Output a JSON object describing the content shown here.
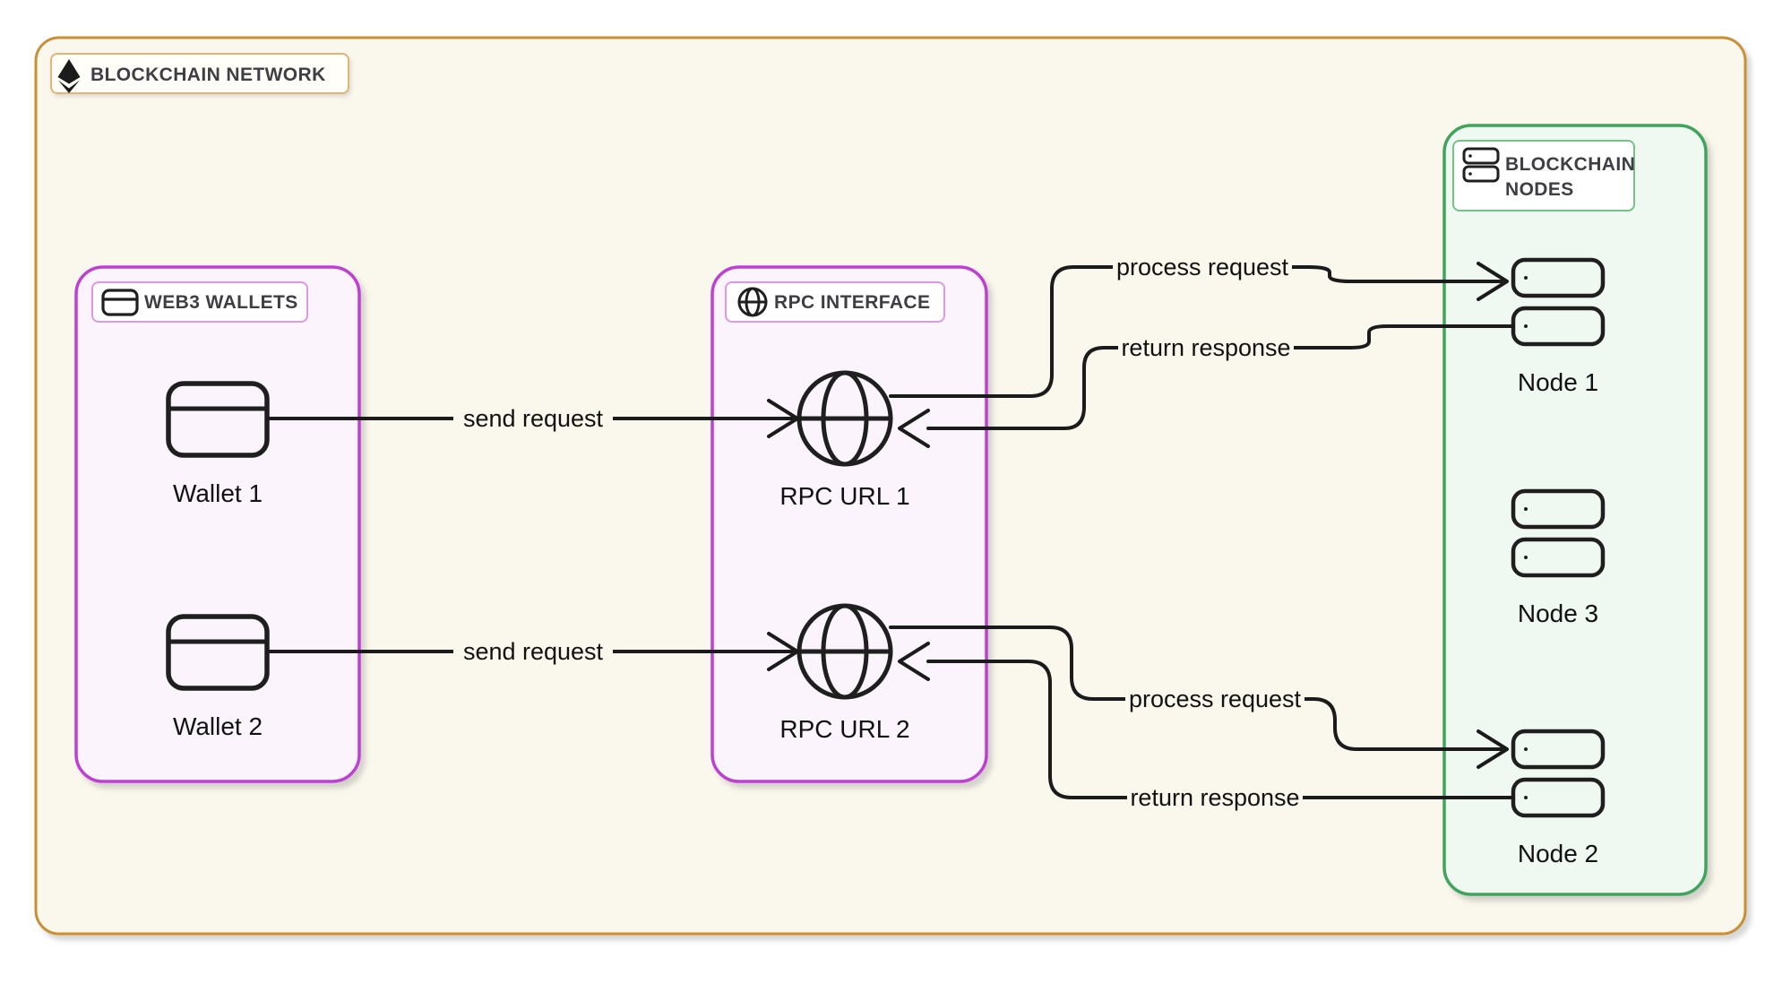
{
  "title": "BLOCKCHAIN NETWORK",
  "groups": {
    "wallets": {
      "label": "WEB3 WALLETS"
    },
    "rpc": {
      "label": "RPC INTERFACE"
    },
    "nodes": {
      "label_line1": "BLOCKCHAIN",
      "label_line2": "NODES"
    }
  },
  "nodes": {
    "wallet1": {
      "label": "Wallet 1"
    },
    "wallet2": {
      "label": "Wallet 2"
    },
    "rpc1": {
      "label": "RPC URL 1"
    },
    "rpc2": {
      "label": "RPC URL 2"
    },
    "node1": {
      "label": "Node 1"
    },
    "node2": {
      "label": "Node 2"
    },
    "node3": {
      "label": "Node 3"
    }
  },
  "edges": {
    "wallet1_rpc1": {
      "label": "send request"
    },
    "wallet2_rpc2": {
      "label": "send request"
    },
    "rpc1_node1": {
      "label": "process request"
    },
    "node1_rpc1": {
      "label": "return response"
    },
    "rpc2_node2": {
      "label": "process request"
    },
    "node2_rpc2": {
      "label": "return response"
    }
  },
  "colors": {
    "canvas_fill": "#FAF7EC",
    "canvas_border": "#C98F35",
    "title_box_fill": "#FFFEF8",
    "title_box_border": "#E0B577",
    "purple_group_fill": "#FBF4FC",
    "purple_group_border": "#BE3FD3",
    "purple_label_border": "#DD97E4",
    "green_group_fill": "#F0F8F2",
    "green_group_border": "#3FA45B",
    "green_label_border": "#74C189",
    "label_box_fill": "#FFFFFF",
    "node_box_fill": "#FBFDF9",
    "line": "#1B1B1B"
  }
}
